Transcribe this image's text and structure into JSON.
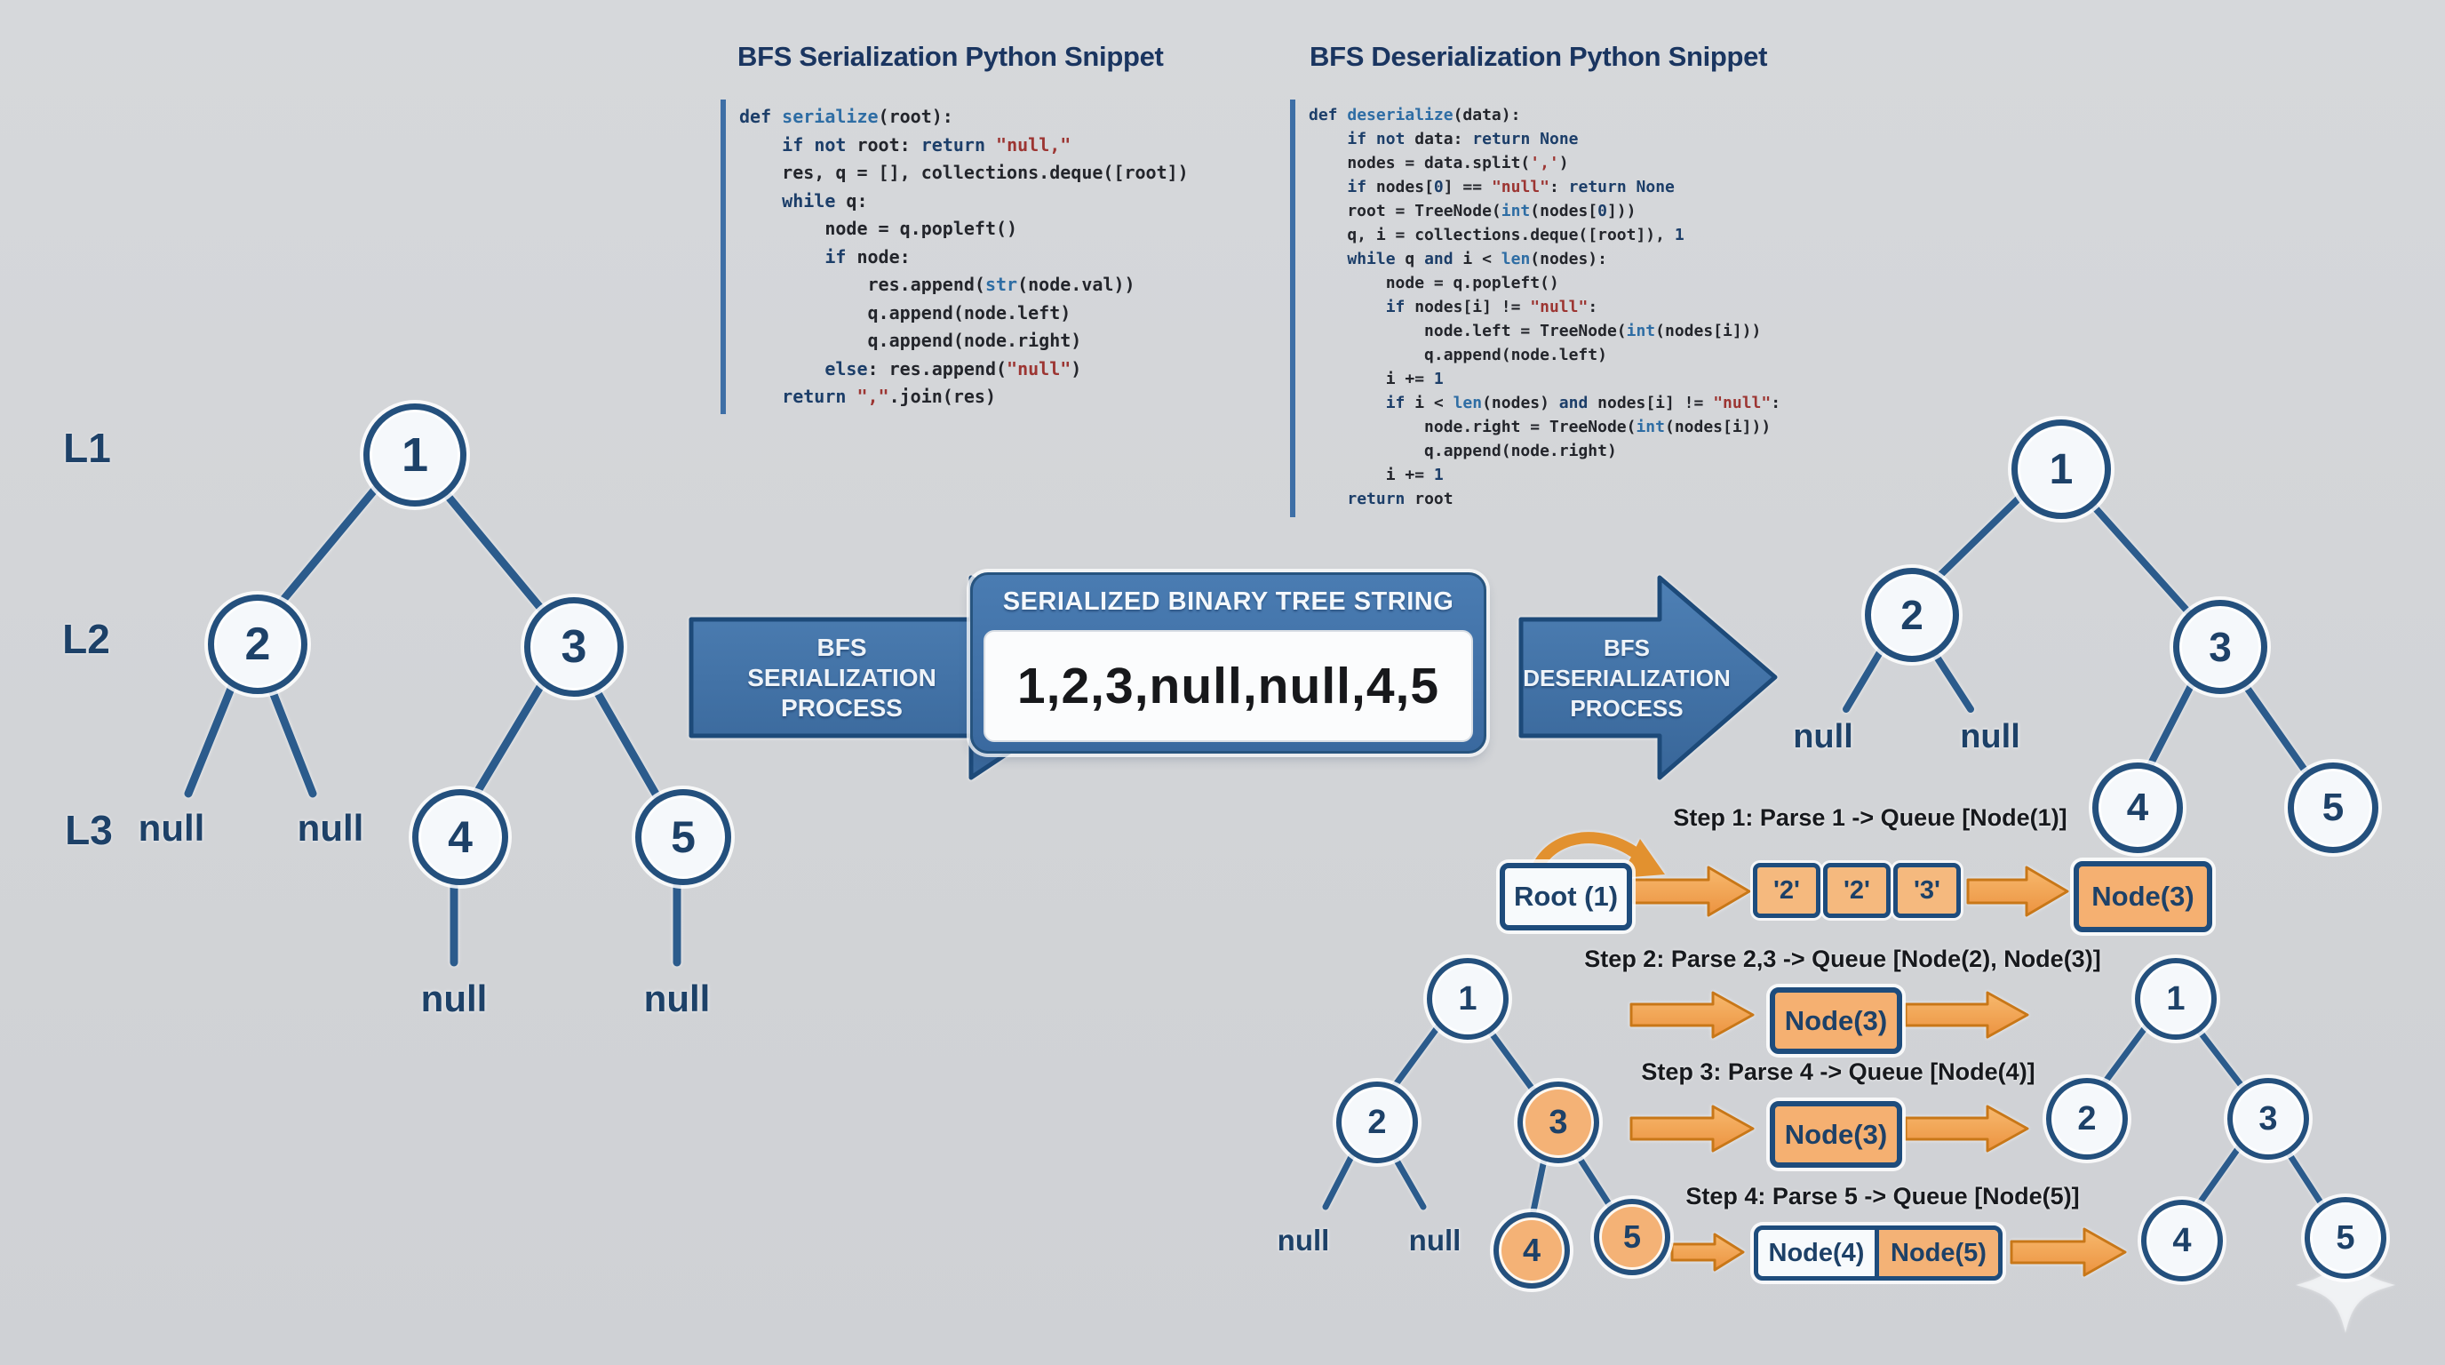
{
  "colors": {
    "background": "#d3d5d8",
    "navy": "#1d4168",
    "steel_blue": "#3e6fa6",
    "orange_fill": "#f2a85f",
    "orange_border": "#c87718",
    "code_keyword": "#1c3e69",
    "code_builtin": "#2e6da4",
    "code_string": "#9c3532"
  },
  "serialization_snippet": {
    "title": "BFS Serialization Python Snippet",
    "code": [
      "def serialize(root):",
      "    if not root: return \"null,\"",
      "    res, q = [], collections.deque([root])",
      "    while q:",
      "        node = q.popleft()",
      "        if node:",
      "            res.append(str(node.val))",
      "            q.append(node.left)",
      "            q.append(node.right)",
      "        else: res.append(\"null\")",
      "    return \",\".join(res)"
    ]
  },
  "deserialization_snippet": {
    "title": "BFS Deserialization Python Snippet",
    "code": [
      "def deserialize(data):",
      "    if not data: return None",
      "    nodes = data.split(',')",
      "    if nodes[0] == \"null\": return None",
      "    root = TreeNode(int(nodes[0]))",
      "    q, i = collections.deque([root]), 1",
      "    while q and i < len(nodes):",
      "        node = q.popleft()",
      "        if nodes[i] != \"null\":",
      "            node.left = TreeNode(int(nodes[i]))",
      "            q.append(node.left)",
      "        i += 1",
      "        if i < len(nodes) and nodes[i] != \"null\":",
      "            node.right = TreeNode(int(nodes[i]))",
      "            q.append(node.right)",
      "        i += 1",
      "    return root"
    ]
  },
  "left_tree": {
    "l1": "L1",
    "l2": "L2",
    "l3": "L3",
    "n1": "1",
    "n2": "2",
    "n3": "3",
    "n4": "4",
    "n5": "5",
    "null_2l": "null",
    "null_2r": "null",
    "null_4": "null",
    "null_5": "null"
  },
  "arrows": {
    "serialize": [
      "BFS",
      "SERIALIZATION",
      "PROCESS"
    ],
    "deserialize": [
      "BFS",
      "DESERIALIZATION",
      "PROCESS"
    ]
  },
  "serialized_box": {
    "header": "SERIALIZED BINARY TREE STRING",
    "value": "1,2,3,null,null,4,5"
  },
  "right_tree": {
    "n1": "1",
    "n2": "2",
    "n3": "3",
    "n4": "4",
    "n5": "5",
    "null_l": "null",
    "null_r": "null"
  },
  "steps": {
    "step1": {
      "title": "Step 1: Parse 1 -> Queue [Node(1)]",
      "root_label": "Root (1)",
      "cells": [
        "'2'",
        "'2'",
        "'3'"
      ],
      "node_label": "Node(3)"
    },
    "step2": {
      "title": "Step 2: Parse 2,3 -> Queue [Node(2), Node(3)]",
      "node_label": "Node(3)"
    },
    "step3": {
      "title": "Step 3: Parse 4 -> Queue [Node(4)]",
      "node_label": "Node(3)"
    },
    "step4": {
      "title": "Step 4: Parse 5 -> Queue [Node(5)]",
      "node4_label": "Node(4)",
      "node5_label": "Node(5)"
    }
  },
  "progress_tree": {
    "n1": "1",
    "n2": "2",
    "n3": "3",
    "n4": "4",
    "n5": "5",
    "null_l": "null",
    "null_r": "null"
  },
  "final_tree": {
    "n1": "1",
    "n2": "2",
    "n3": "3",
    "n4": "4",
    "n5": "5"
  }
}
